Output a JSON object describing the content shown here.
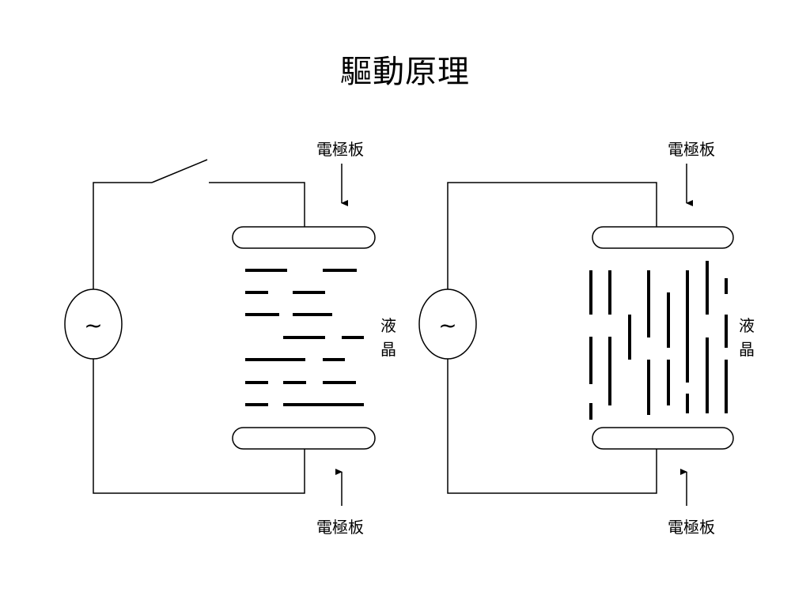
{
  "title": "驅動原理",
  "diagrams": [
    {
      "id": "off",
      "top_electrode_label": "電極板",
      "bottom_electrode_label": "電極板",
      "lc_label": [
        "液",
        "晶"
      ],
      "source_symbol": "~",
      "switch_state": "open",
      "liquid_crystal_orientation": "horizontal"
    },
    {
      "id": "on",
      "top_electrode_label": "電極板",
      "bottom_electrode_label": "電極板",
      "lc_label": [
        "液",
        "晶"
      ],
      "source_symbol": "~",
      "liquid_crystal_orientation": "vertical"
    }
  ],
  "colors": {
    "line": "#000000",
    "background": "#ffffff"
  }
}
